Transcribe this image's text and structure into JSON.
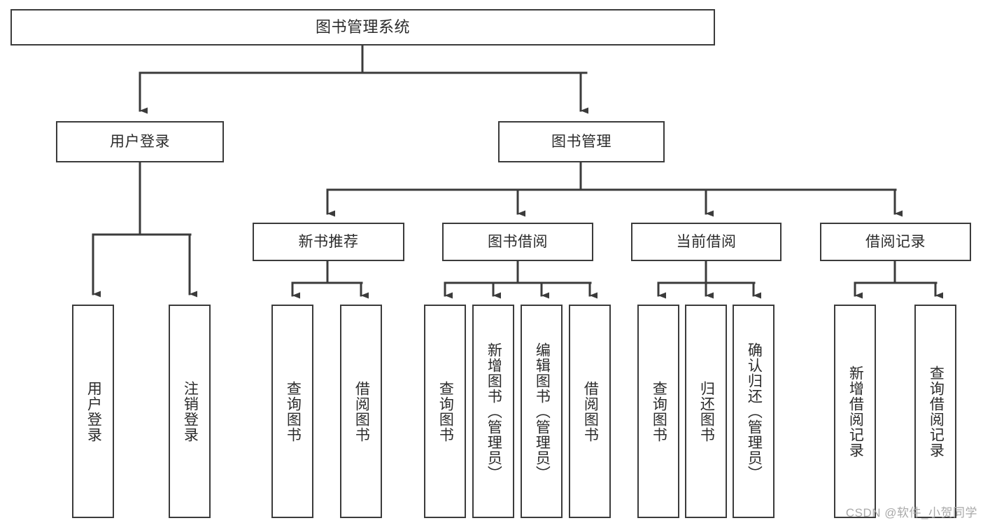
{
  "diagram": {
    "type": "tree-hierarchy-chart",
    "title": "图书管理系统",
    "stroke_color": "#3b3b3b",
    "text_color": "#2b2b2b",
    "background_color": "#ffffff",
    "root": {
      "label": "图书管理系统"
    },
    "level1": [
      {
        "label": "用户登录"
      },
      {
        "label": "图书管理"
      }
    ],
    "level2": [
      {
        "label": "新书推荐"
      },
      {
        "label": "图书借阅"
      },
      {
        "label": "当前借阅"
      },
      {
        "label": "借阅记录"
      }
    ],
    "leaves": {
      "user_login": [
        {
          "label": "用户登录"
        },
        {
          "label": "注销登录"
        }
      ],
      "new_book_recommend": [
        {
          "label": "查询图书"
        },
        {
          "label": "借阅图书"
        }
      ],
      "book_borrow": [
        {
          "label": "查询图书"
        },
        {
          "label": "新增图书（管理员）"
        },
        {
          "label": "编辑图书（管理员）"
        },
        {
          "label": "借阅图书"
        }
      ],
      "current_borrow": [
        {
          "label": "查询图书"
        },
        {
          "label": "归还图书"
        },
        {
          "label": "确认归还（管理员）"
        }
      ],
      "borrow_record": [
        {
          "label": "新增借阅记录"
        },
        {
          "label": "查询借阅记录"
        }
      ]
    }
  },
  "watermark": {
    "text": "CSDN @软件_小贺同学",
    "color": "#a9a9a9"
  }
}
